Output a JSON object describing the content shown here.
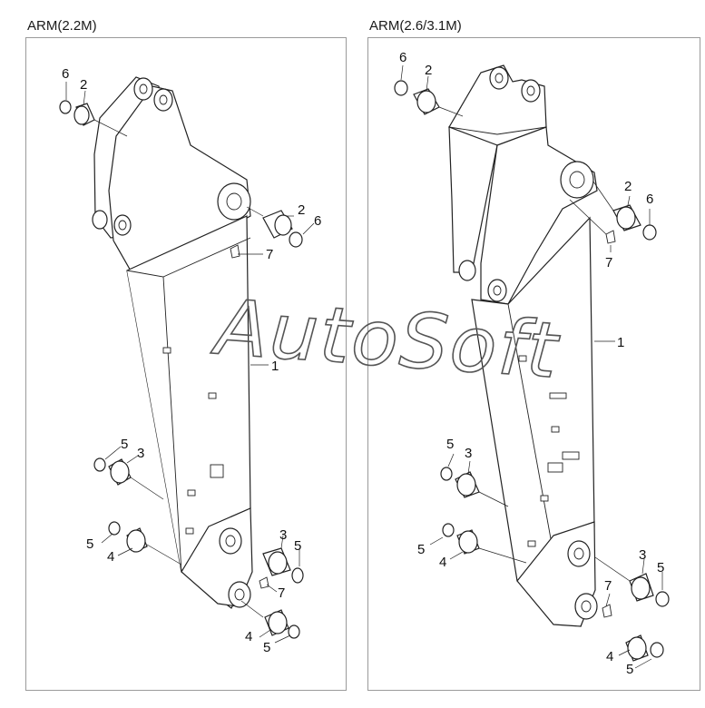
{
  "panels": [
    {
      "title": "ARM(2.2M)"
    },
    {
      "title": "ARM(2.6/3.1M)"
    }
  ],
  "watermark": "AutoSoft",
  "callouts": {
    "left": [
      "6",
      "2",
      "2",
      "6",
      "7",
      "1",
      "5",
      "3",
      "5",
      "4",
      "3",
      "5",
      "7",
      "4",
      "5"
    ],
    "right": [
      "6",
      "2",
      "2",
      "6",
      "7",
      "1",
      "5",
      "3",
      "5",
      "4",
      "3",
      "5",
      "7",
      "4",
      "5"
    ]
  }
}
